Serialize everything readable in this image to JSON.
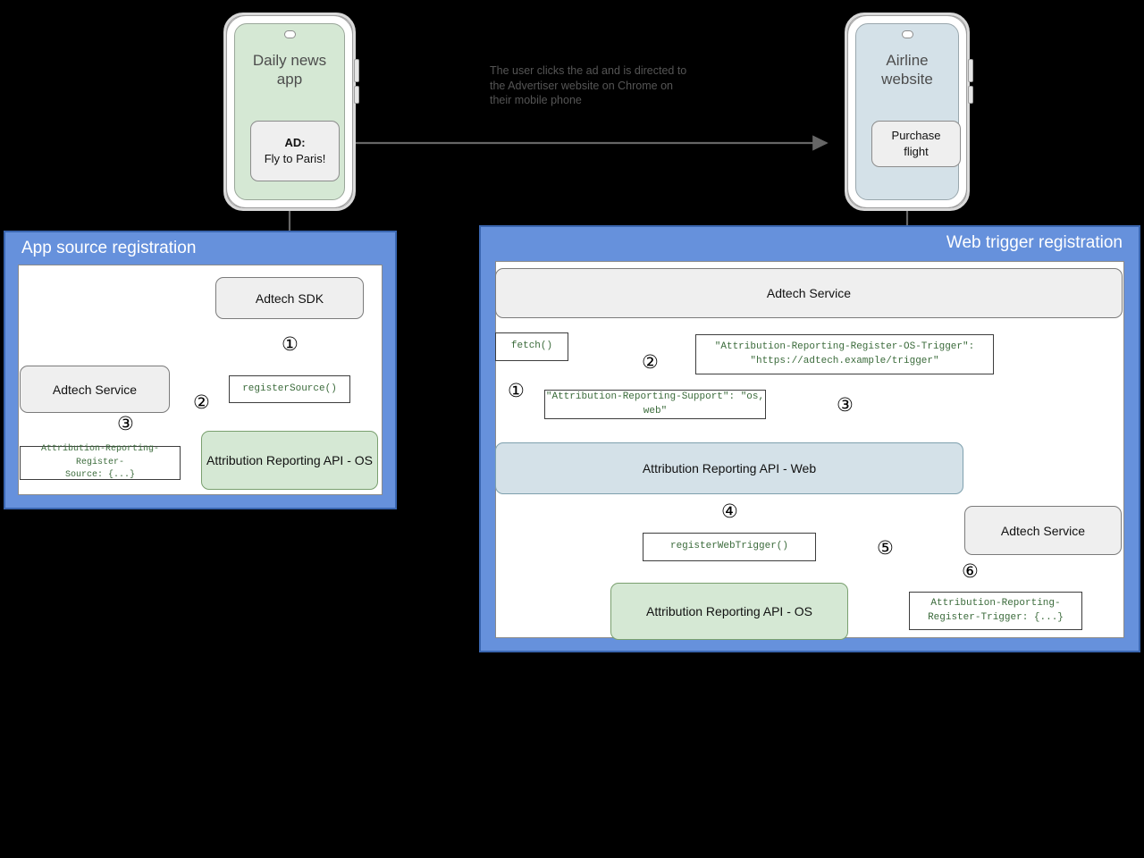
{
  "scene": {
    "caption": "The user clicks the ad and is directed to\nthe Advertiser website on Chrome on\ntheir mobile phone",
    "colors": {
      "panel_blue": "#6691dc",
      "node_grey": "#efefef",
      "node_green": "#d5e8d4",
      "node_bluegrey": "#d4e1e8",
      "code_text_green": "#3b6b3b",
      "background": "#000000"
    }
  },
  "phones": {
    "left": {
      "title": "Daily news\napp",
      "card_title": "AD:",
      "card_text": "Fly to Paris!"
    },
    "right": {
      "title": "Airline\nwebsite",
      "card_text": "Purchase\nflight"
    }
  },
  "left_panel": {
    "title": "App source registration",
    "nodes": {
      "sdk": "Adtech SDK",
      "adtech_service": "Adtech Service",
      "ar_api_os": "Attribution Reporting API - OS"
    },
    "code": {
      "register_source": "registerSource()",
      "register_source_header": "Attribution-Reporting-Register-\nSource: {...}"
    },
    "steps": [
      "①",
      "②",
      "③"
    ]
  },
  "right_panel": {
    "title": "Web trigger registration",
    "nodes": {
      "adtech_service_top": "Adtech Service",
      "ar_api_web": "Attribution Reporting API - Web",
      "ar_api_os": "Attribution Reporting API - OS",
      "adtech_service_bottom": "Adtech Service"
    },
    "code": {
      "fetch": "fetch()",
      "support_header": "\"Attribution-Reporting-Support\": \"os, web\"",
      "os_trigger_header": "\"Attribution-Reporting-Register-OS-Trigger\":\n      \"https://adtech.example/trigger\"",
      "register_web_trigger": "registerWebTrigger()",
      "register_trigger_header": "Attribution-Reporting-\nRegister-Trigger: {...}"
    },
    "steps": [
      "①",
      "②",
      "③",
      "④",
      "⑤",
      "⑥"
    ]
  }
}
